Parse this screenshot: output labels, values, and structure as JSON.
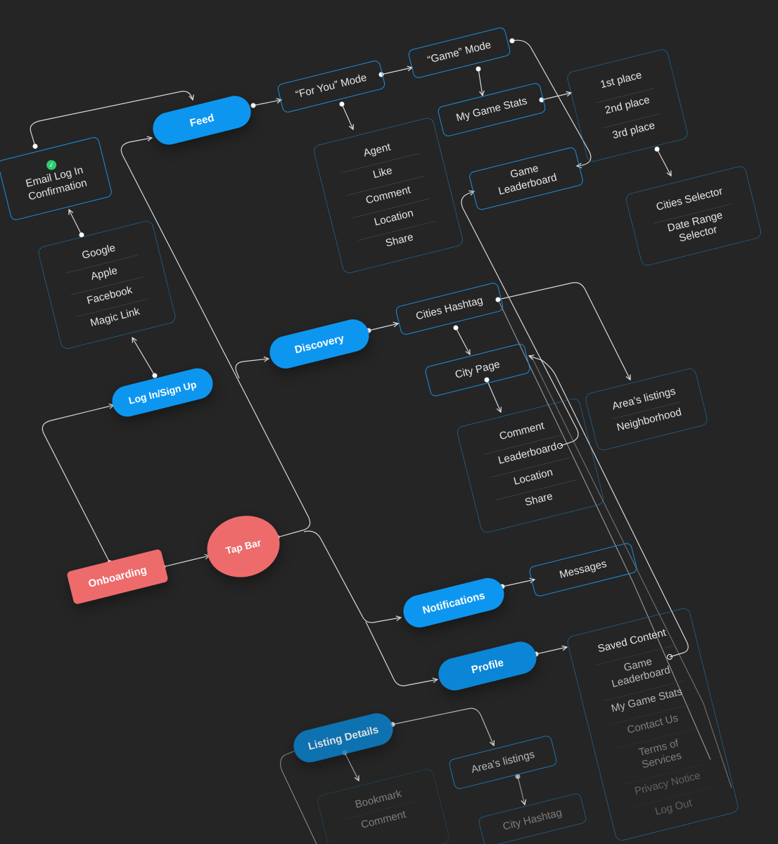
{
  "colors": {
    "background": "#252525",
    "primary": "#0d96f0",
    "accent_red": "#ee6b6b",
    "outline": "#1a8fe3",
    "text": "#e6e6e6",
    "success": "#2ecc71"
  },
  "nodes": {
    "feed": "Feed",
    "for_you_mode": "“For You” Mode",
    "game_mode": "“Game” Mode",
    "my_game_stats": "My Game Stats",
    "game_leaderboard": "Game Leaderboard",
    "email_confirmation": "Email Log In Confirmation",
    "discovery": "Discovery",
    "cities_hashtag": "Cities Hashtag",
    "city_page": "City Page",
    "log_in_sign_up": "Log In/Sign Up",
    "tap_bar": "Tap Bar",
    "onboarding": "Onboarding",
    "notifications": "Notifications",
    "messages": "Messages",
    "profile": "Profile",
    "listing_details": "Listing Details",
    "areas_listings": "Area’s listings",
    "cities_hashtag_2": "City Hashtag"
  },
  "groups": {
    "places": [
      "1st place",
      "2nd place",
      "3rd place"
    ],
    "selectors": [
      "Cities Selector",
      "Date Range Selector"
    ],
    "feed_actions": [
      "Agent",
      "Like",
      "Comment",
      "Location",
      "Share"
    ],
    "login_methods": [
      "Google",
      "Apple",
      "Facebook",
      "Magic Link"
    ],
    "city_actions": [
      "Comment",
      "Leaderboard",
      "Location",
      "Share"
    ],
    "area_links": [
      "Area’s listings",
      "Neighborhood"
    ],
    "profile_items": [
      "Saved Content",
      "Game Leaderboard",
      "My Game Stats",
      "Contact Us",
      "Terms of Services",
      "Privacy Notice",
      "Log Out"
    ],
    "listing_actions": [
      "Bookmark",
      "Comment"
    ]
  }
}
